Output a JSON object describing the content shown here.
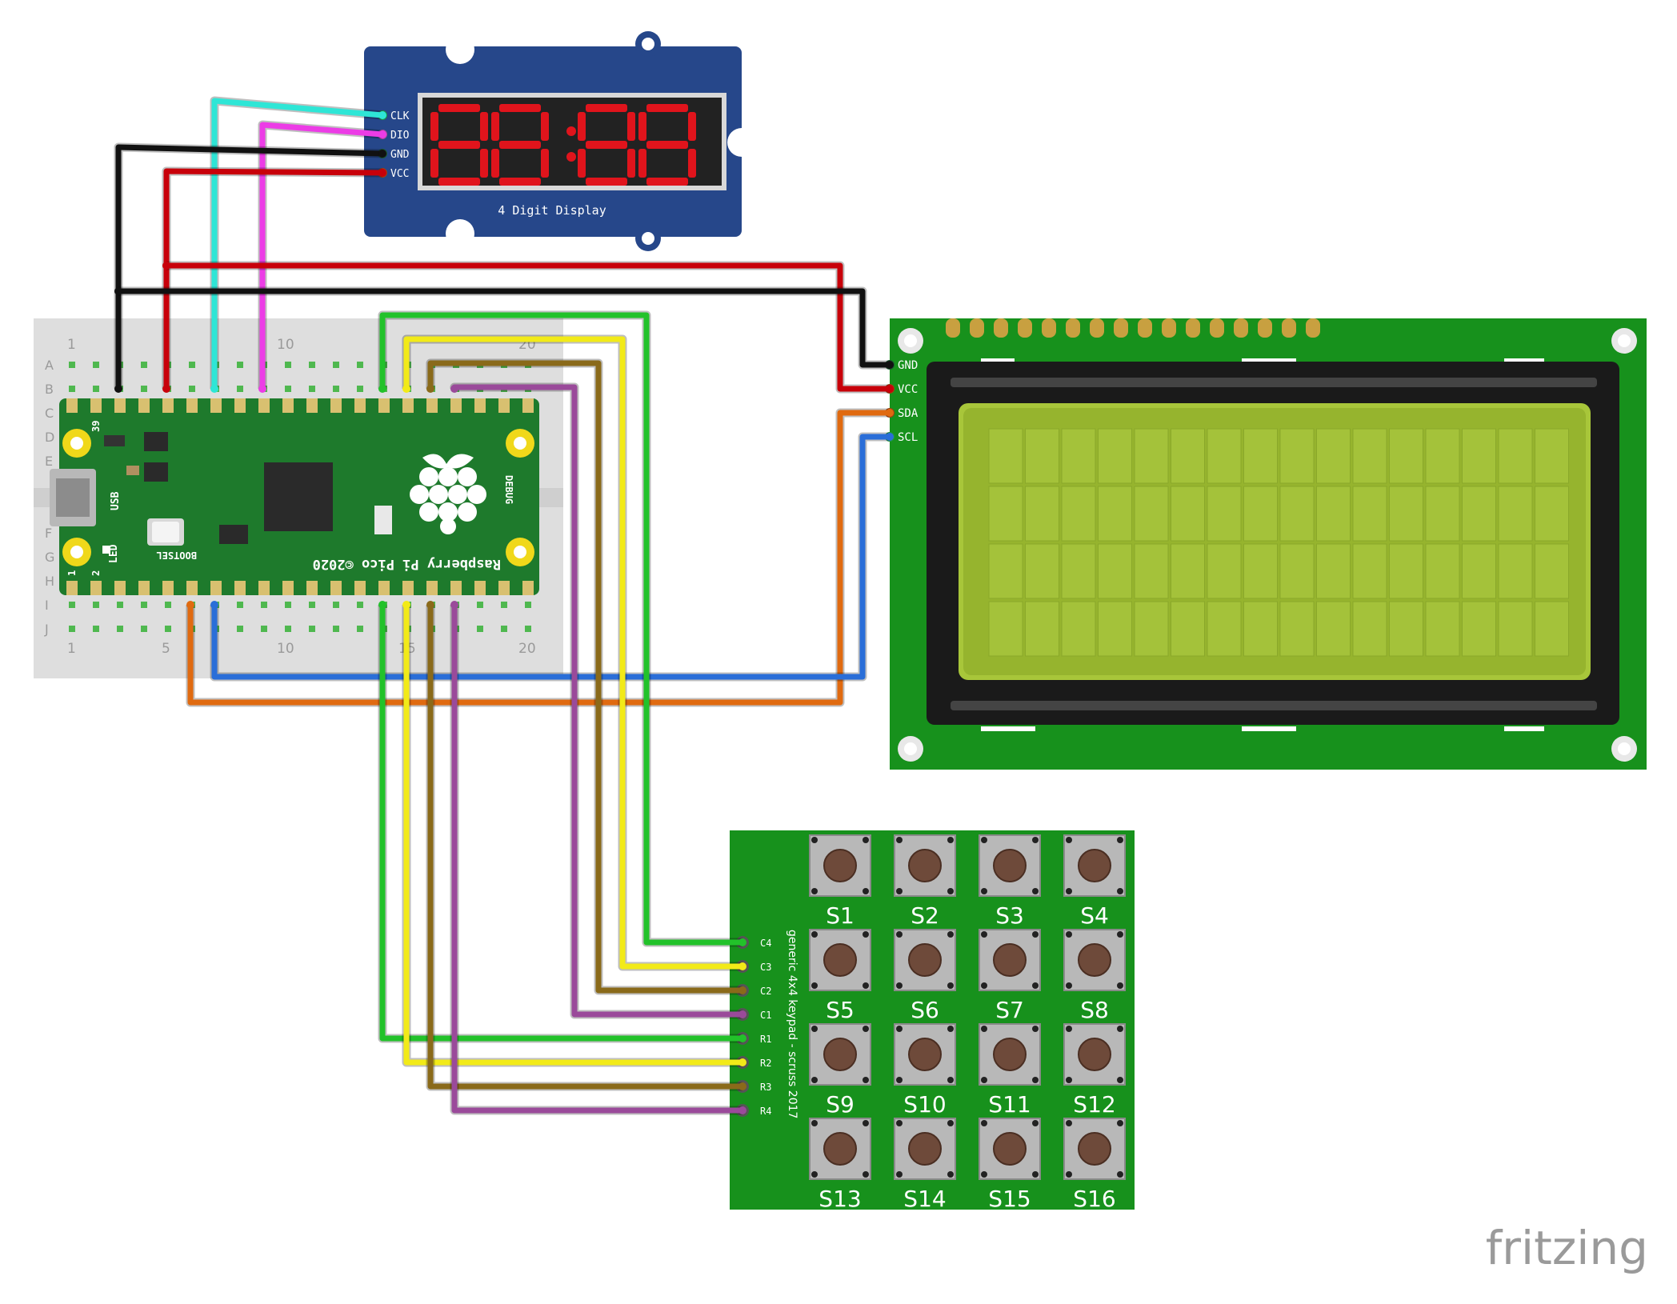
{
  "display": {
    "title": "4 Digit Display",
    "pins": [
      "CLK",
      "DIO",
      "GND",
      "VCC"
    ]
  },
  "breadboard": {
    "rows": [
      "A",
      "B",
      "C",
      "D",
      "E",
      "F",
      "G",
      "H",
      "I",
      "J"
    ],
    "column_numbers": [
      "1",
      "5",
      "10",
      "15",
      "20"
    ]
  },
  "pico": {
    "label": "Raspberry Pi Pico ©2020",
    "usb_label": "USB",
    "led_label": "LED",
    "bootsel_label": "BOOTSEL",
    "debug_label": "DEBUG",
    "pin_1": "1",
    "pin_2": "2",
    "pin_39": "39"
  },
  "lcd": {
    "pins": [
      "GND",
      "VCC",
      "SDA",
      "SCL"
    ]
  },
  "keypad": {
    "caption": "generic 4x4 keypad - scruss 2017",
    "pins": [
      "C4",
      "C3",
      "C2",
      "C1",
      "R1",
      "R2",
      "R3",
      "R4"
    ],
    "keys": [
      "S1",
      "S2",
      "S3",
      "S4",
      "S5",
      "S6",
      "S7",
      "S8",
      "S9",
      "S10",
      "S11",
      "S12",
      "S13",
      "S14",
      "S15",
      "S16"
    ]
  },
  "watermark": "fritzing",
  "colors": {
    "clk_wire": "#2ee6d6",
    "dio_wire": "#ec3ce6",
    "gnd_wire": "#111111",
    "vcc_wire": "#c8000a",
    "keypad_c4": "#22c22a",
    "keypad_c3": "#f2ea18",
    "keypad_c2": "#8a6a1a",
    "keypad_c1": "#9a4a9a",
    "sda_wire": "#e06a10",
    "scl_wire": "#2a6ed8",
    "display_board": "#26478a",
    "segment_red": "#e0141c",
    "pcb_green": "#17911c",
    "pico_green": "#1e7a2c",
    "lcd_screen": "#a8c63a"
  }
}
